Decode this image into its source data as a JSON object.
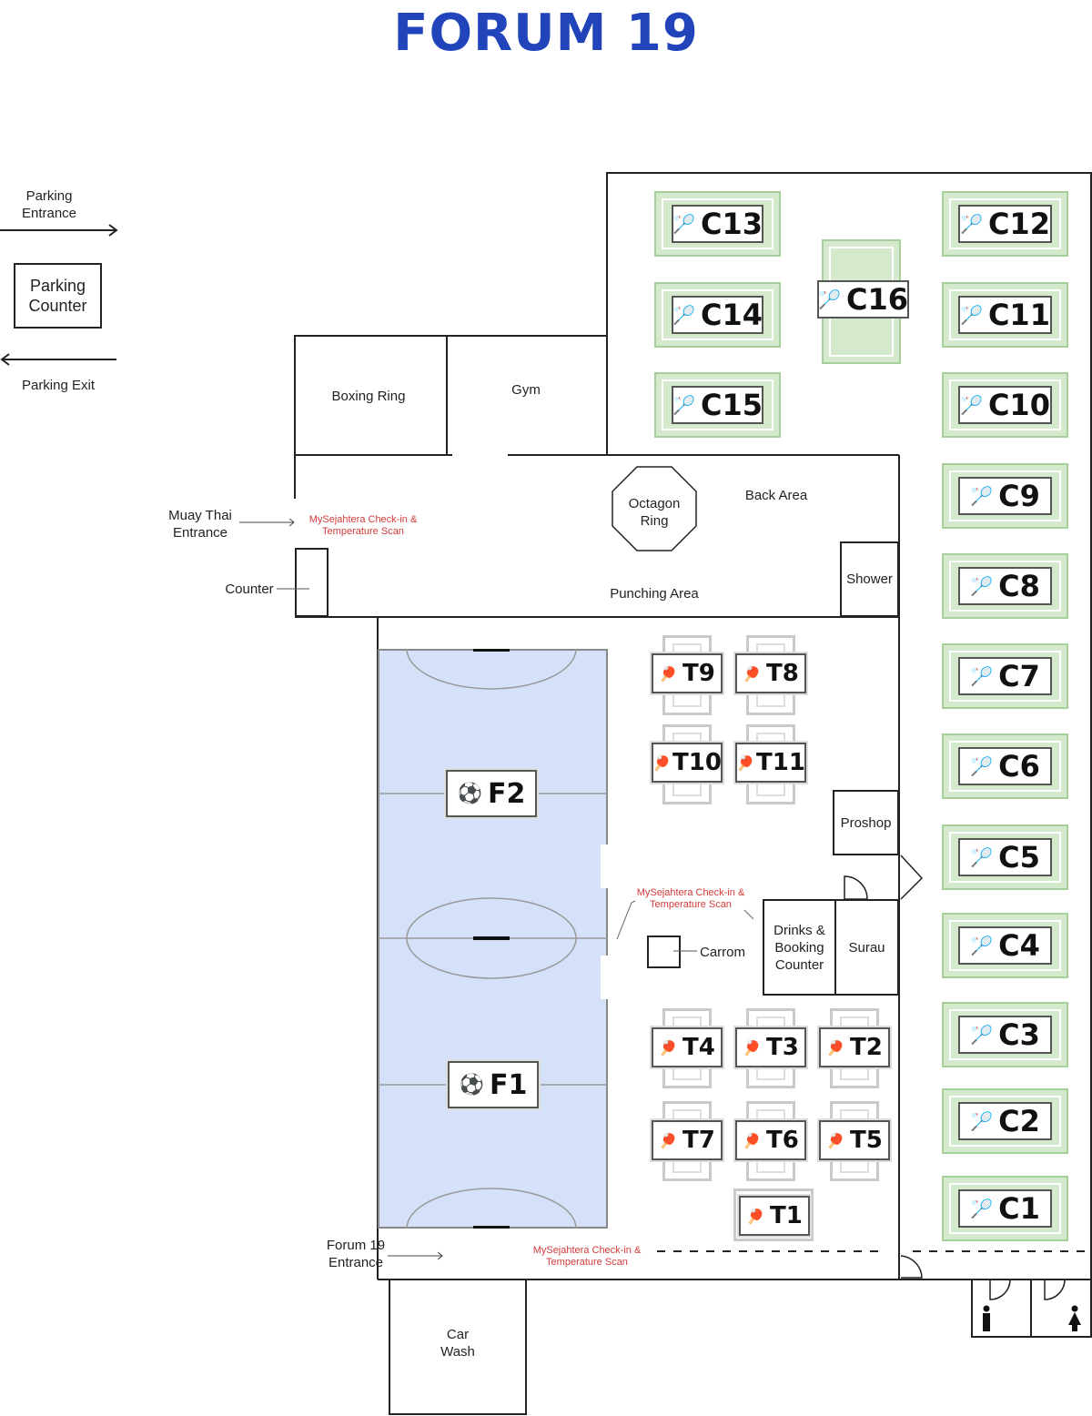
{
  "title": "FORUM 19",
  "labels": {
    "parking_entrance": "Parking\nEntrance",
    "parking_counter": "Parking\nCounter",
    "parking_exit": "Parking Exit",
    "boxing_ring": "Boxing Ring",
    "gym": "Gym",
    "muay_thai_entrance": "Muay Thai\nEntrance",
    "counter": "Counter",
    "octagon_ring": "Octagon\nRing",
    "back_area": "Back Area",
    "shower": "Shower",
    "punching_area": "Punching Area",
    "proshop": "Proshop",
    "carrom": "Carrom",
    "drinks_booking": "Drinks &\nBooking\nCounter",
    "surau": "Surau",
    "forum_entrance": "Forum 19\nEntrance",
    "car_wash": "Car\nWash"
  },
  "checkin": "MySejahtera Check-in &\nTemperature Scan",
  "icons": {
    "badminton": "🏸",
    "pingpong": "🏓",
    "football": "⚽"
  },
  "badminton_courts": [
    "C13",
    "C12",
    "C16",
    "C14",
    "C11",
    "C15",
    "C10",
    "C9",
    "C8",
    "C7",
    "C6",
    "C5",
    "C4",
    "C3",
    "C2",
    "C1"
  ],
  "table_tennis": [
    "T9",
    "T8",
    "T10",
    "T11",
    "T4",
    "T3",
    "T2",
    "T7",
    "T6",
    "T5",
    "T1"
  ],
  "futsal": [
    "F2",
    "F1"
  ],
  "colors": {
    "title": "#2244bb",
    "futsal": "#d4e1f8",
    "badminton": "#d5e9cc",
    "checkin": "#d23a3a"
  }
}
